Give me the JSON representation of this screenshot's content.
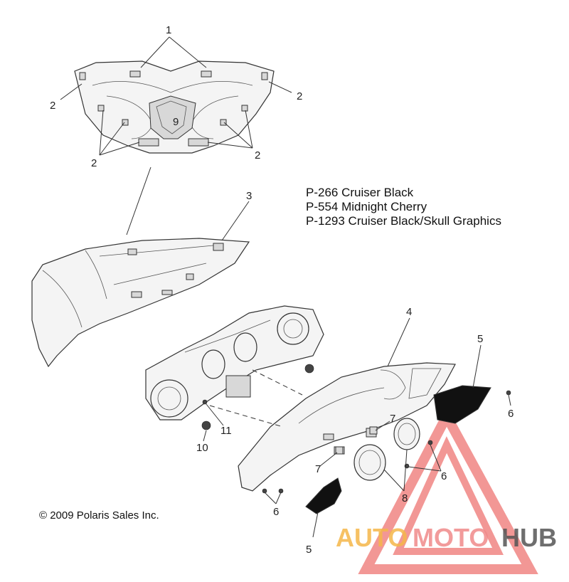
{
  "callouts": {
    "c1": "1",
    "c2a": "2",
    "c2b": "2",
    "c2c": "2",
    "c2d": "2",
    "c3": "3",
    "c4": "4",
    "c5a": "5",
    "c5b": "5",
    "c6a": "6",
    "c6b": "6",
    "c6c": "6",
    "c7a": "7",
    "c7b": "7",
    "c8": "8",
    "c9": "9",
    "c10": "10",
    "c11": "11"
  },
  "legend": {
    "line1": "P-266  Cruiser Black",
    "line2": "P-554  Midnight Cherry",
    "line3": "P-1293 Cruiser Black/Skull Graphics"
  },
  "copyright": "© 2009 Polaris Sales Inc.",
  "watermark": {
    "text_part1": "AUTO",
    "text_part2": "MOTO",
    "text_part3": "HUB",
    "colors": {
      "triangle": "#e8433f",
      "auto": "#f5b74a",
      "moto": "#f08a8a",
      "hub": "#555555"
    }
  }
}
